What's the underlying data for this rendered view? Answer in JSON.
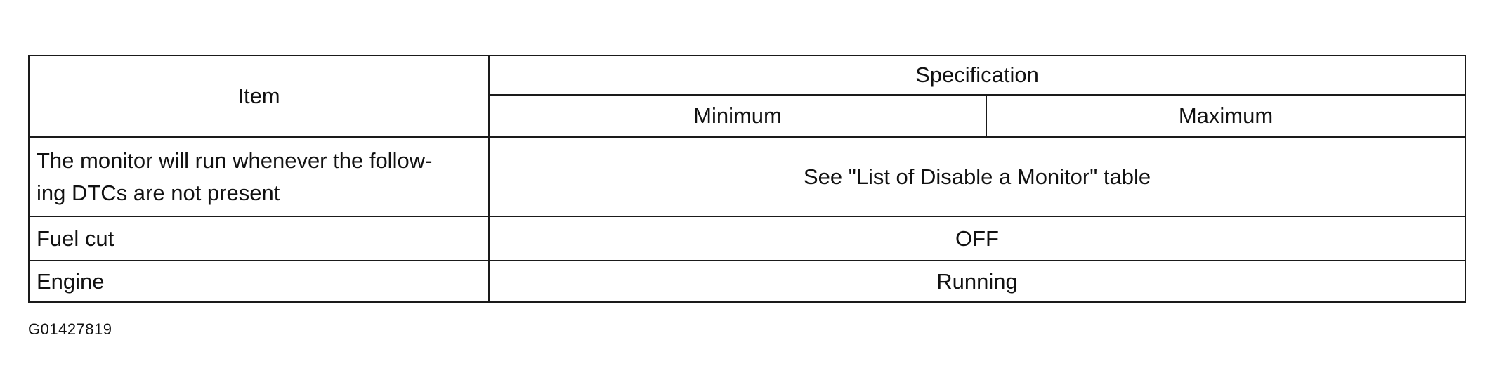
{
  "table": {
    "header": {
      "item": "Item",
      "specification": "Specification",
      "minimum": "Minimum",
      "maximum": "Maximum"
    },
    "rows": [
      {
        "item_line1": "The monitor will run whenever the follow-",
        "item_line2": "ing DTCs are not present",
        "value": "See \"List of Disable a Monitor\" table"
      },
      {
        "item": "Fuel cut",
        "value": "OFF"
      },
      {
        "item": "Engine",
        "value": "Running"
      }
    ]
  },
  "figure_id": "G01427819"
}
